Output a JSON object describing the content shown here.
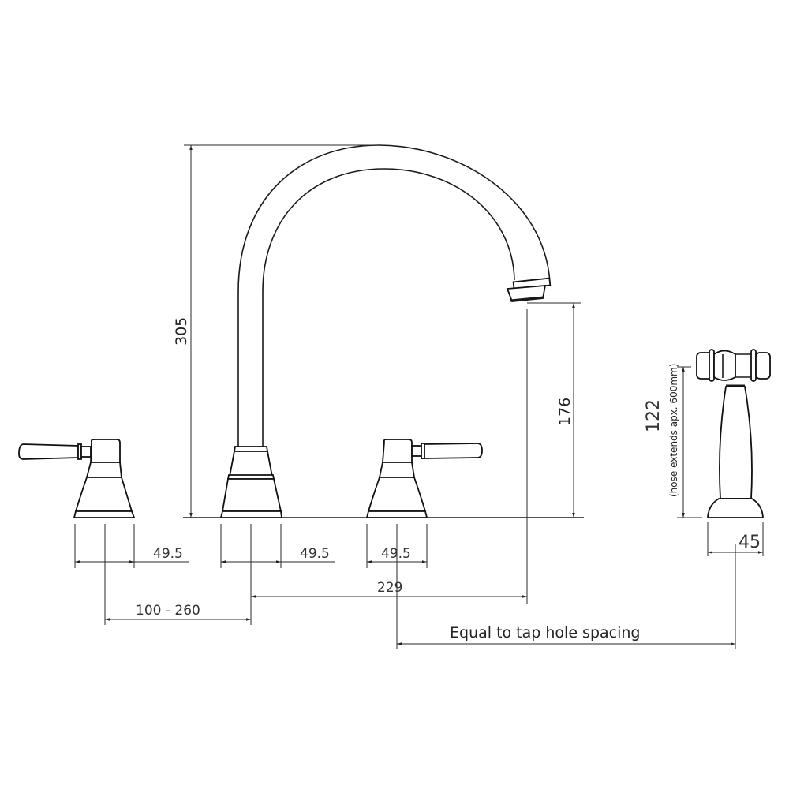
{
  "drawing": {
    "title": "Three-hole bridge kitchen tap with side spray — dimension drawing",
    "units": "mm",
    "line_color": "#1a1a1a",
    "background": "#ffffff"
  },
  "dimensions": {
    "overall_height": "305",
    "spout_outlet_height": "176",
    "left_handle_base_width": "49.5",
    "spout_base_width": "49.5",
    "right_handle_base_width": "49.5",
    "handle_to_spout_spacing": "100 - 260",
    "spout_reach": "229",
    "spray_spacing_label": "Equal to tap hole spacing",
    "spray_height": "122",
    "spray_hose_note": "(hose extends apx. 600mm)",
    "spray_base_width": "45"
  },
  "components": [
    {
      "name": "left-lever-handle",
      "type": "lever valve"
    },
    {
      "name": "gooseneck-spout",
      "type": "swan-neck spout"
    },
    {
      "name": "right-lever-handle",
      "type": "lever valve"
    },
    {
      "name": "side-spray-rinse",
      "type": "pull-out hand spray"
    }
  ]
}
